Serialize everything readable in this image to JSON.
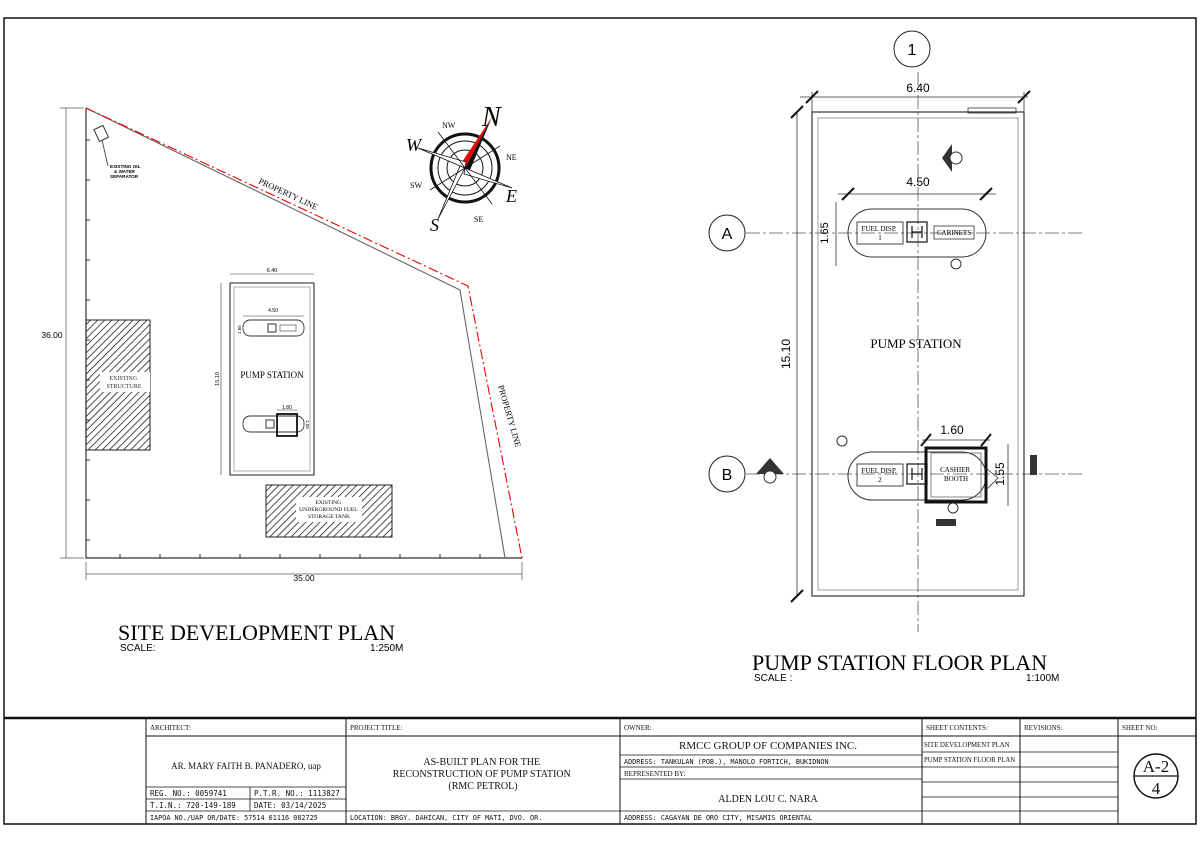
{
  "site_plan": {
    "title": "SITE DEVELOPMENT PLAN",
    "scale_label": "SCALE:",
    "scale_value": "1:250M",
    "dim_width": "35.00",
    "dim_height": "36.00",
    "property_line_top": "PROPERTY LINE",
    "property_line_right": "PROPERTY LINE",
    "oil_separator_label": [
      "EXISTING OIL",
      "& WATER",
      "SEPARATOR"
    ],
    "existing_structure_label": [
      "EXISTING",
      "STRUCTURE"
    ],
    "tank_label": [
      "EXISTING",
      "UNDERGROUND FUEL",
      "STORAGE TANK"
    ],
    "pump_station_label": "PUMP STATION",
    "inner_dims": {
      "outer_w": "6.40",
      "island_w": "4.50",
      "island_h": "1.65",
      "depth": "15.10",
      "booth_w": "1.80",
      "booth_h": "1.55"
    }
  },
  "compass": {
    "n": "N",
    "s": "S",
    "e": "E",
    "w": "W",
    "ne": "NE",
    "nw": "NW",
    "se": "SE",
    "sw": "SW"
  },
  "floor_plan": {
    "title": "PUMP STATION FLOOR PLAN",
    "scale_label": "SCALE :",
    "scale_value": "1:100M",
    "grid_1": "1",
    "grid_a": "A",
    "grid_b": "B",
    "dim_outer": "6.40",
    "dim_island": "4.50",
    "dim_island_h": "1.65",
    "dim_depth": "15.10",
    "dim_booth_w": "1.60",
    "dim_booth_h": "1.55",
    "fuel_disp_1": [
      "FUEL DISP.",
      "1"
    ],
    "fuel_disp_2": [
      "FUEL DISP.",
      "2"
    ],
    "cabinets": "CABINETS",
    "pump_station_label": "PUMP STATION",
    "cashier_booth": [
      "CASHIER",
      "BOOTH"
    ]
  },
  "title_block": {
    "architect_header": "ARCHITECT:",
    "architect_name": "AR. MARY FAITH B. PANADERO, uap",
    "reg_no": "REG. NO.: 0059741",
    "ptr_no": "P.T.R. NO.: 1113827",
    "tin": "T.I.N.: 720-149-189",
    "date": "DATE: 03/14/2025",
    "iapoa": "IAPOA NO./UAP OR/DATE: 57514 61116 082725",
    "project_header": "PROJECT TITLE:",
    "project_title": [
      "AS-BUILT PLAN FOR THE",
      "RECONSTRUCTION OF PUMP STATION",
      "(RMC PETROL)"
    ],
    "location": "LOCATION: BRGY. DAHICAN, CITY OF MATI, DVO. OR.",
    "owner_header": "OWNER:",
    "owner_name": "RMCC GROUP OF COMPANIES INC.",
    "owner_address": "ADDRESS: TANKULAN (POB.), MANOLO FORTICH, BUKIDNON",
    "represented_by": "REPRESENTED BY:",
    "rep_name": "ALDEN LOU C. NARA",
    "rep_address": "ADDRESS: CAGAYAN DE ORO CITY, MISAMIS ORIENTAL",
    "sheet_contents_header": "SHEET CONTENTS:",
    "sheet_contents": [
      "SITE DEVELOPMENT PLAN",
      "PUMP STATION FLOOR PLAN"
    ],
    "revisions_header": "REVISIONS:",
    "sheet_no_header": "SHEET NO:",
    "sheet_no": "A-2",
    "sheet_total": "4"
  }
}
